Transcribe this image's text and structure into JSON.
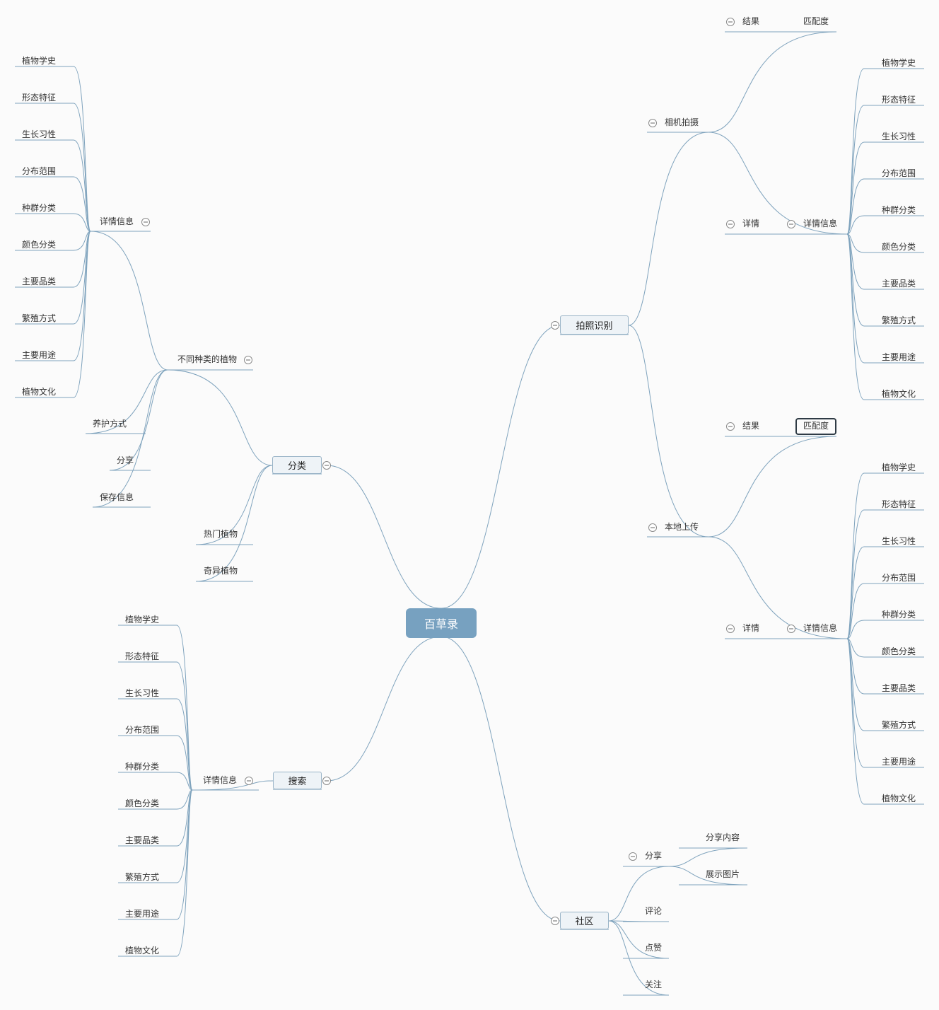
{
  "root": "百草录",
  "detail_items": [
    "植物学史",
    "形态特征",
    "生长习性",
    "分布范围",
    "种群分类",
    "颜色分类",
    "主要品类",
    "繁殖方式",
    "主要用途",
    "植物文化"
  ],
  "branches": {
    "photo": {
      "label": "拍照识别",
      "camera": {
        "label": "相机拍摄",
        "result": "结果",
        "match": "匹配度",
        "detail": "详情",
        "detail_info": "详情信息"
      },
      "upload": {
        "label": "本地上传",
        "result": "结果",
        "match": "匹配度",
        "detail": "详情",
        "detail_info": "详情信息"
      }
    },
    "classify": {
      "label": "分类",
      "plants": {
        "label": "不同种类的植物",
        "detail_info": "详情信息",
        "care": "养护方式",
        "share": "分享",
        "save": "保存信息"
      },
      "hot": "热门植物",
      "strange": "奇异植物"
    },
    "search": {
      "label": "搜索",
      "detail_info": "详情信息"
    },
    "community": {
      "label": "社区",
      "share": {
        "label": "分享",
        "content": "分享内容",
        "images": "展示图片"
      },
      "comment": "评论",
      "like": "点赞",
      "follow": "关注"
    }
  }
}
